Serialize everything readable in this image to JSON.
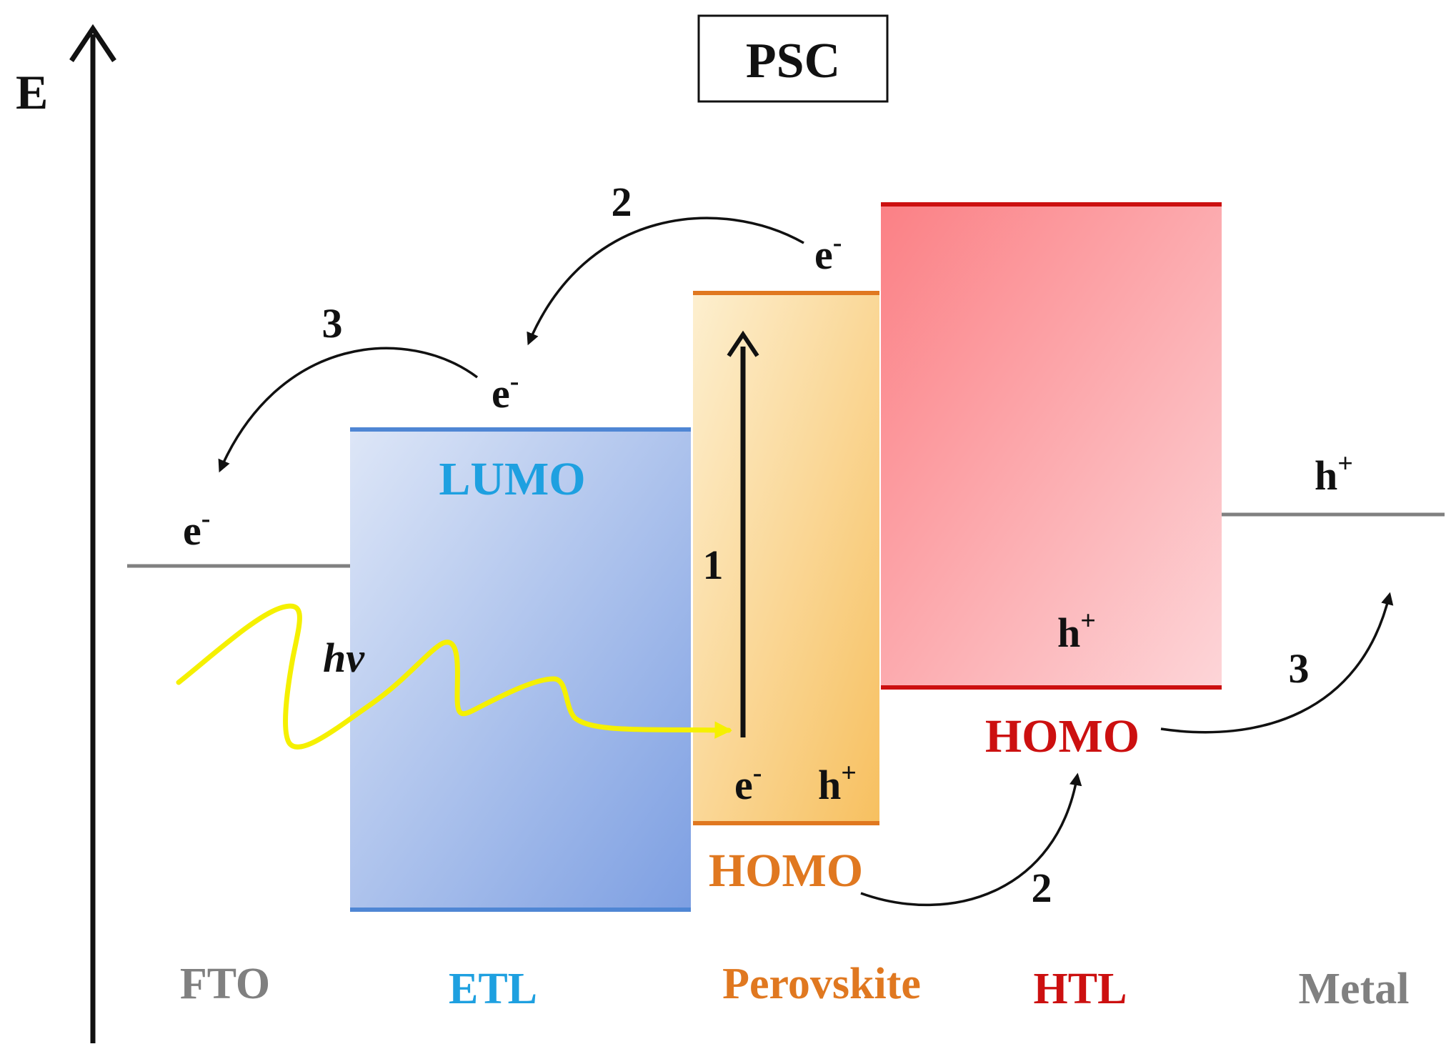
{
  "title": "PSC",
  "axis_label": "E",
  "layers": {
    "fto": "FTO",
    "etl": "ETL",
    "perovskite": "Perovskite",
    "htl": "HTL",
    "metal": "Metal"
  },
  "levels": {
    "etl_lumo": "LUMO",
    "perovskite_homo": "HOMO",
    "htl_homo": "HOMO"
  },
  "carriers": {
    "electron_base": "e",
    "electron_sup": "-",
    "hole_base": "h",
    "hole_sup": "+"
  },
  "steps": {
    "excitation": "1",
    "transfer_to_etl": "2",
    "transfer_to_fto": "3",
    "transfer_to_htl": "2",
    "transfer_to_metal": "3"
  },
  "photon": {
    "base": "h",
    "nu": "v"
  },
  "colors": {
    "fto": "#808080",
    "etl": "#1ea0e0",
    "perovskite": "#e07820",
    "htl": "#cc1010",
    "metal": "#808080",
    "photon": "#f5f000",
    "ink": "#111111"
  }
}
